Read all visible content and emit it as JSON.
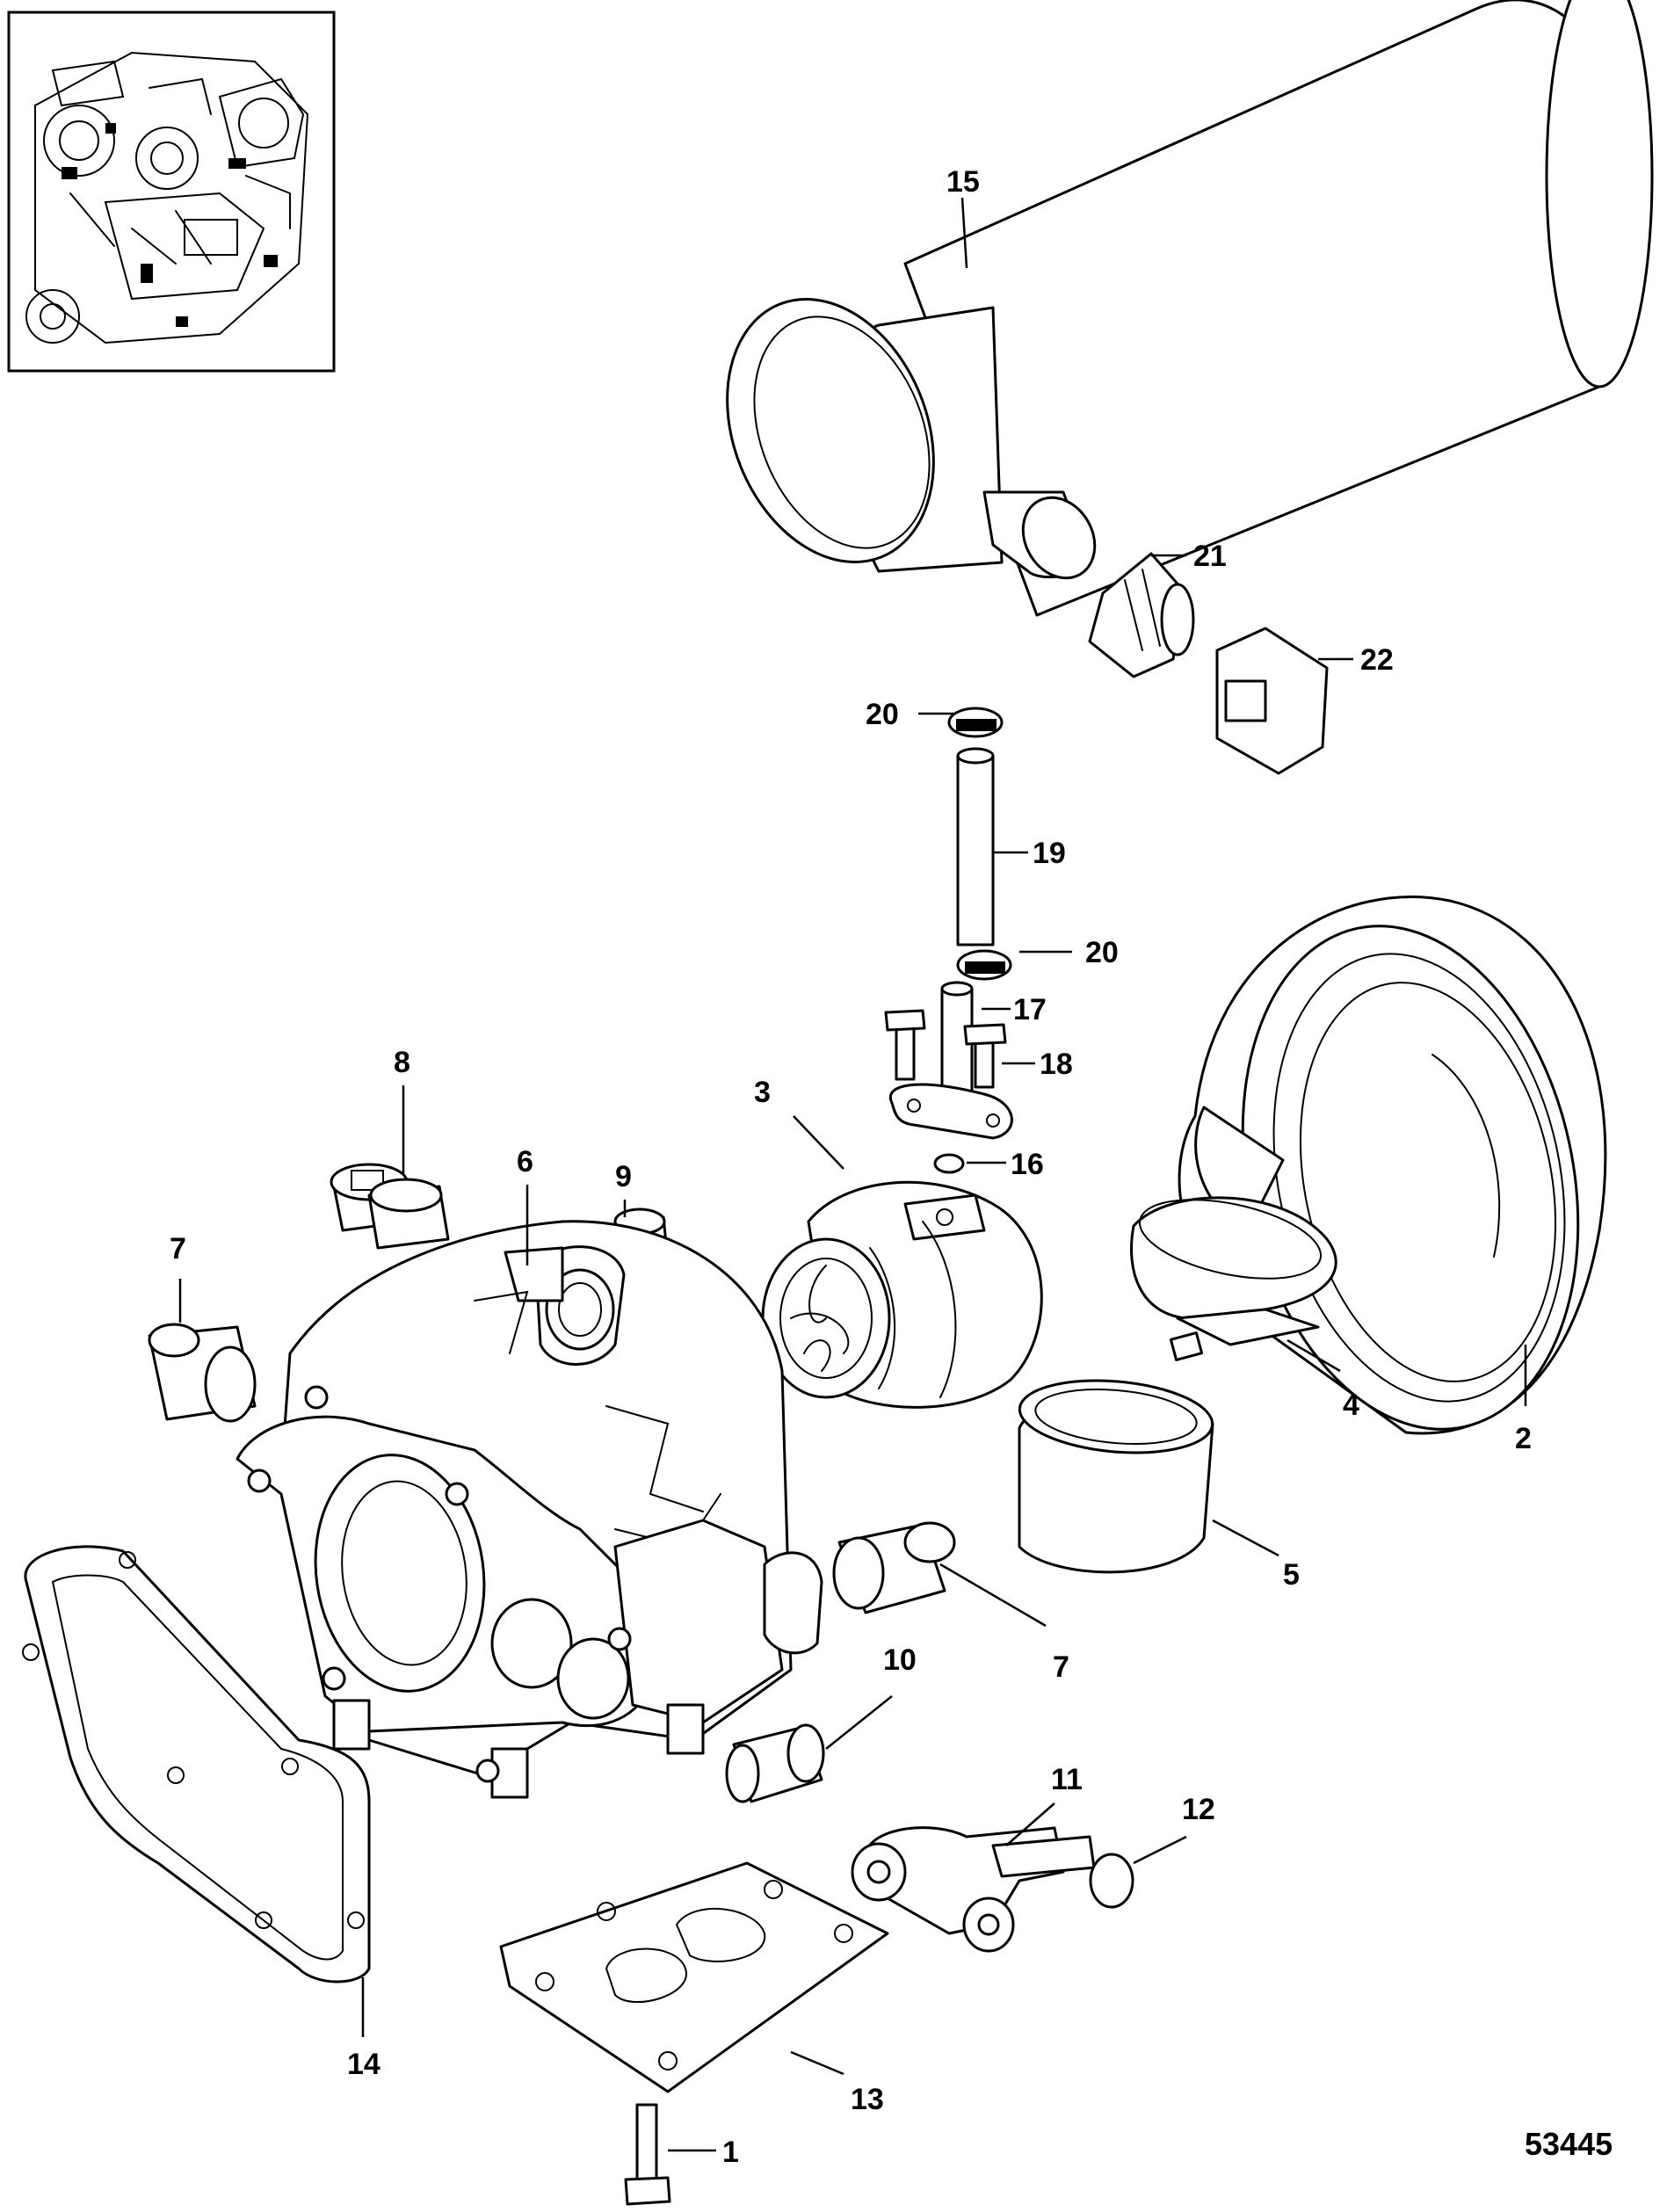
{
  "figure_number": "53445",
  "callouts": [
    {
      "id": "c1",
      "label": "1"
    },
    {
      "id": "c2",
      "label": "2"
    },
    {
      "id": "c3",
      "label": "3"
    },
    {
      "id": "c4",
      "label": "4"
    },
    {
      "id": "c5",
      "label": "5"
    },
    {
      "id": "c6",
      "label": "6"
    },
    {
      "id": "c7a",
      "label": "7"
    },
    {
      "id": "c7b",
      "label": "7"
    },
    {
      "id": "c8",
      "label": "8"
    },
    {
      "id": "c9",
      "label": "9"
    },
    {
      "id": "c10",
      "label": "10"
    },
    {
      "id": "c11",
      "label": "11"
    },
    {
      "id": "c12",
      "label": "12"
    },
    {
      "id": "c13",
      "label": "13"
    },
    {
      "id": "c14",
      "label": "14"
    },
    {
      "id": "c15",
      "label": "15"
    },
    {
      "id": "c16",
      "label": "16"
    },
    {
      "id": "c17",
      "label": "17"
    },
    {
      "id": "c18",
      "label": "18"
    },
    {
      "id": "c19",
      "label": "19"
    },
    {
      "id": "c20a",
      "label": "20"
    },
    {
      "id": "c20b",
      "label": "20"
    },
    {
      "id": "c21",
      "label": "21"
    },
    {
      "id": "c22",
      "label": "22"
    }
  ]
}
